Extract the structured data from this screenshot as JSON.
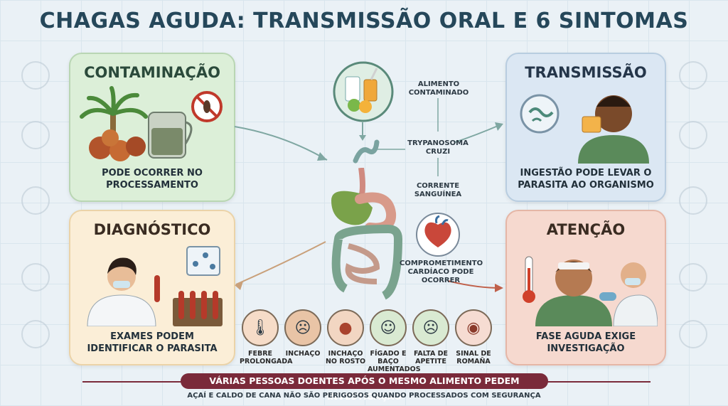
{
  "title": "CHAGAS AGUDA: TRANSMISSÃO ORAL E 6 SINTOMAS",
  "cards": {
    "contaminacao": {
      "heading": "CONTAMINAÇÃO",
      "text": "PODE OCORRER NO PROCESSAMENTO"
    },
    "transmissao": {
      "heading": "TRANSMISSÃO",
      "text": "INGESTÃO PODE LEVAR O PARASITA AO ORGANISMO"
    },
    "diagnostico": {
      "heading": "DIAGNÓSTICO",
      "text": "EXAMES PODEM IDENTIFICAR O PARASITA"
    },
    "atencao": {
      "heading": "ATENÇÃO",
      "text": "FASE AGUDA EXIGE INVESTIGAÇÃO"
    }
  },
  "flow": {
    "alimento": "ALIMENTO CONTAMINADO",
    "trypanosoma": "TRYPANOSOMA CRUZI",
    "corrente": "CORRENTE SANGUÍNEA",
    "cardiaco": "COMPROMETIMENTO CARDÍACO PODE OCORRER"
  },
  "symptoms": [
    {
      "label": "FEBRE PROLONGADA",
      "icon": "thermometer-icon",
      "color": "#f6dcc8"
    },
    {
      "label": "INCHAÇO",
      "icon": "face-swelling-icon",
      "color": "#e9c4a6"
    },
    {
      "label": "INCHAÇO NO ROSTO",
      "icon": "liver-icon",
      "color": "#f2d6c2"
    },
    {
      "label": "FÍGADO E BAÇO AUMENTADOS",
      "icon": "person-icon",
      "color": "#d9ead2"
    },
    {
      "label": "FALTA DE APETITE",
      "icon": "person-nausea-icon",
      "color": "#d9ead2"
    },
    {
      "label": "SINAL DE ROMAÑA",
      "icon": "eye-icon",
      "color": "#f6dcd2"
    }
  ],
  "banner": "VÁRIAS PESSOAS DOENTES APÓS O MESMO ALIMENTO PEDEM INVESTIGAÇÃO",
  "footnote": "AÇAÍ E CALDO DE CANA NÃO SÃO PERIGOSOS QUANDO PROCESSADOS COM SEGURANÇA"
}
